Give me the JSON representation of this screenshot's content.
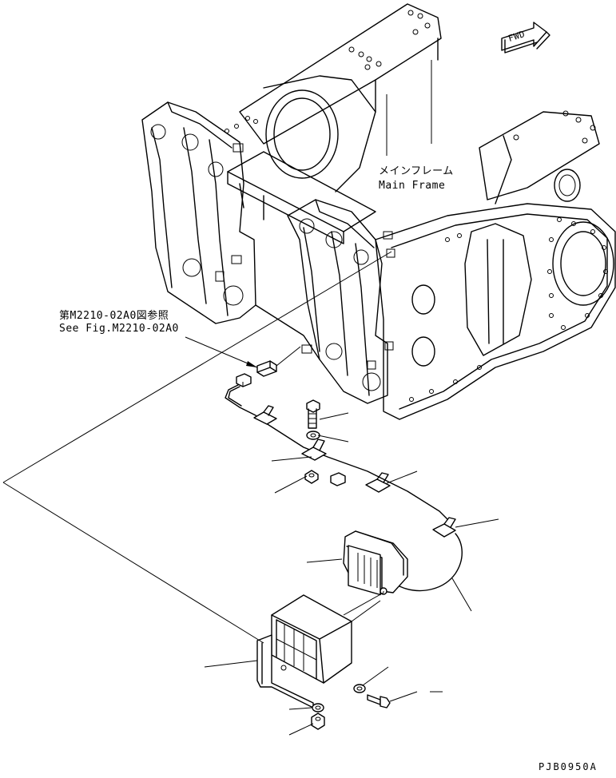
{
  "labels": {
    "main_frame_jp": "メインフレーム",
    "main_frame_en": "Main Frame",
    "ref_jp": "第M2210-02A0図参照",
    "ref_en": "See Fig.M2210-02A0",
    "fwd": "FWD",
    "drawing_code": "PJB0950A"
  },
  "icons": {
    "fwd_arrow": "fwd-arrow-icon"
  }
}
